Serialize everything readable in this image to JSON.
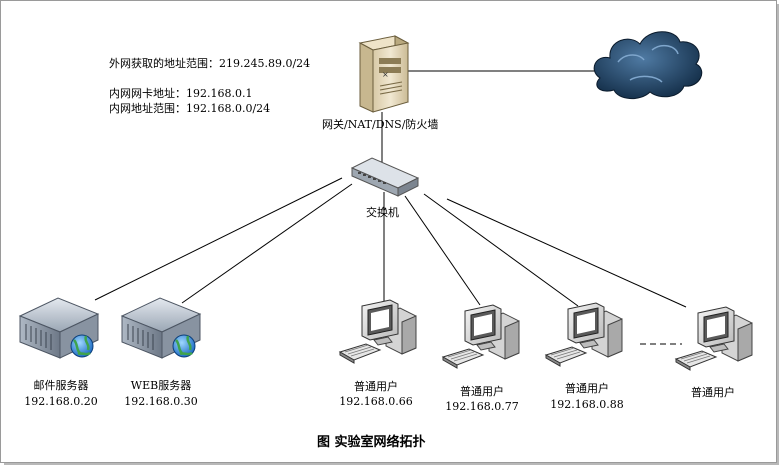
{
  "info": {
    "external_range": "外网获取的地址范围：219.245.89.0/24",
    "lan_nic": "内网网卡地址：192.168.0.1",
    "lan_range": "内网地址范围：192.168.0.0/24"
  },
  "gateway": {
    "label": "网关/NAT/DNS/防火墙"
  },
  "switch": {
    "label": "交换机"
  },
  "servers": [
    {
      "name": "邮件服务器",
      "ip": "192.168.0.20"
    },
    {
      "name": "WEB服务器",
      "ip": "192.168.0.30"
    }
  ],
  "users": [
    {
      "name": "普通用户",
      "ip": "192.168.0.66"
    },
    {
      "name": "普通用户",
      "ip": "192.168.0.77"
    },
    {
      "name": "普通用户",
      "ip": "192.168.0.88"
    },
    {
      "name": "普通用户"
    }
  ],
  "caption": "图  实验室网络拓扑",
  "colors": {
    "line": "#000000",
    "server_body": "#b9c3cf",
    "cloud": "#1b3a5c"
  },
  "icons": [
    "server-tower-icon",
    "cloud-icon",
    "switch-icon",
    "rack-server-icon",
    "globe-icon",
    "workstation-icon"
  ]
}
